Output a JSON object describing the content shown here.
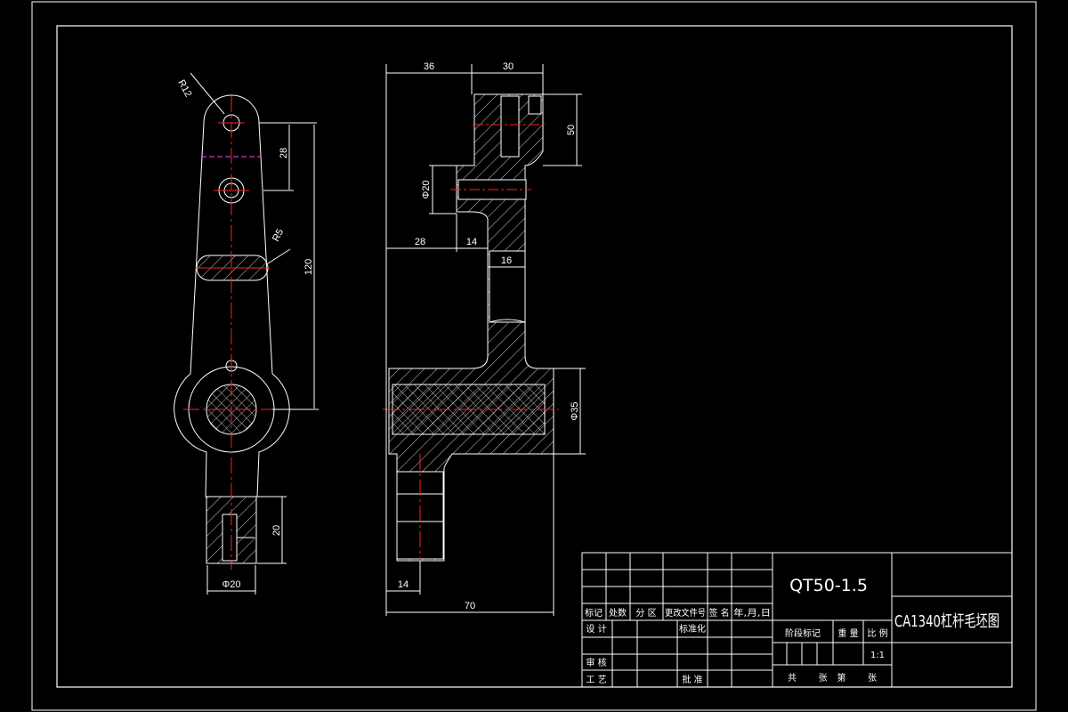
{
  "drawing": {
    "title": "CA1340杠杆毛坯图",
    "material": "QT50-1.5",
    "scale": "1:1"
  },
  "dimensions": {
    "r12": "R12",
    "d28": "28",
    "r5": "R5",
    "d120": "120",
    "d20_side": "20",
    "phi20_bottom": "Φ20",
    "d36": "36",
    "d30_top": "30",
    "d50": "50",
    "phi20_mid": "Φ20",
    "d28_b": "28",
    "d14_a": "14",
    "d16": "16",
    "phi35": "Φ35",
    "d14_b": "14",
    "d70": "70"
  },
  "title_block": {
    "col_mark": "标记",
    "col_count": "处数",
    "col_zone": "分 区",
    "col_docno": "更改文件号",
    "col_sign": "签 名",
    "col_date": "年,月,日",
    "design": "设 计",
    "standard": "标准化",
    "review": "审 核",
    "process": "工 艺",
    "approve": "批 准",
    "stage_mark": "阶段标记",
    "weight": "重 量",
    "scale_label": "比 例",
    "sheet_info": "共   张 第   张"
  },
  "colors": {
    "background": "#000000",
    "line": "#ffffff",
    "center": "#ff2020",
    "hidden": "#ff40ff"
  }
}
